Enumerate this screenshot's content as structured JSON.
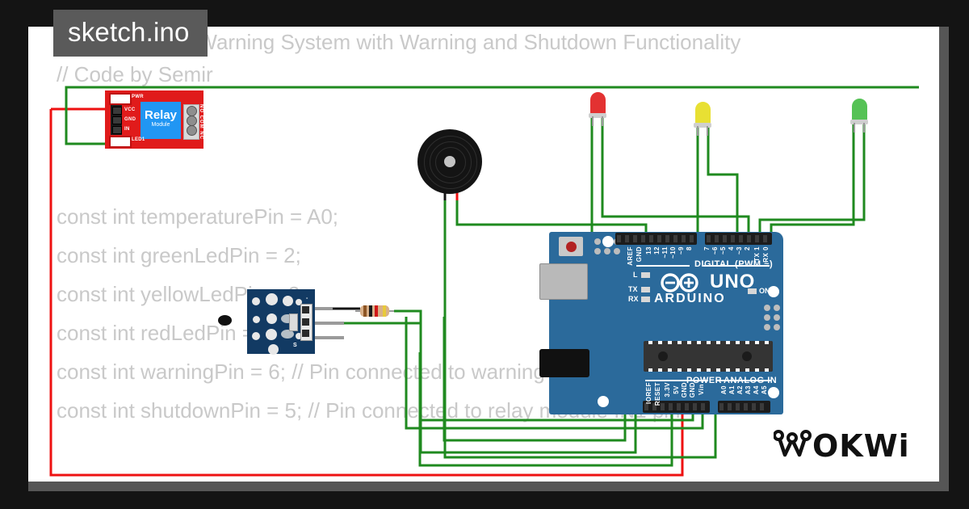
{
  "window": {
    "background_color": "#141414",
    "canvas_color": "#ffffff",
    "shadow_color": "#565656"
  },
  "tab": {
    "label": "sketch.ino",
    "background": "#5a5a5a",
    "text_color": "#ffffff"
  },
  "code": {
    "text_color": "#c9c9c9",
    "lines": [
      "// Temperature Warning System with Warning and Shutdown Functionality",
      "// Code by Semir",
      "",
      "const int temperaturePin = A0;",
      "const int greenLedPin = 2;",
      "const int yellowLedPin = 3;",
      "const int redLedPin = 4;",
      "const int warningPin = 6; // Pin connected to warning indicator (e.g.",
      "const int shutdownPin = 5; // Pin connected to relay module IN1 pin"
    ]
  },
  "components": {
    "relay": {
      "name": "Relay Module",
      "title_line1": "Relay",
      "title_line2": "Module",
      "body_color": "#e01b1b",
      "accent_color": "#2196f3",
      "labels": {
        "pwr": "PWR",
        "vcc": "VCC",
        "gnd": "GND",
        "in": "IN",
        "led1": "LED1",
        "terminals": "NO COM NC"
      }
    },
    "buzzer": {
      "name": "Buzzer",
      "body_color": "#141414",
      "lead_colors": [
        "#141414",
        "#e01b1b"
      ]
    },
    "leds": [
      {
        "name": "Red LED",
        "color": "#e33232"
      },
      {
        "name": "Yellow LED",
        "color": "#e8e033"
      },
      {
        "name": "Green LED",
        "color": "#55c255"
      }
    ],
    "ntc_sensor": {
      "name": "NTC Temperature Sensor Module",
      "pcb_color": "#123a63",
      "pin_labels": [
        "-",
        "",
        "S"
      ]
    },
    "resistor": {
      "name": "Resistor",
      "body_color": "#d8b089",
      "bands": [
        "#8d5524",
        "#1a1a1a",
        "#d01818",
        "#e8c93a"
      ]
    },
    "arduino": {
      "name": "Arduino UNO",
      "board_color": "#2b6a9b",
      "brand": "ARDUINO",
      "model": "UNO",
      "digital_header_label": "DIGITAL (PWM ~)",
      "power_header_label": "POWER",
      "analog_header_label": "ANALOG IN",
      "digital_pins": [
        "AREF",
        "GND",
        "13",
        "12",
        "~11",
        "~10",
        "~9",
        "8",
        "7",
        "~6",
        "~5",
        "4",
        "~3",
        "2",
        "TX 1",
        "RX 0"
      ],
      "power_pins": [
        "IOREF",
        "RESET",
        "3.3V",
        "5V",
        "GND",
        "GND",
        "Vin"
      ],
      "analog_pins": [
        "A0",
        "A1",
        "A2",
        "A3",
        "A4",
        "A5"
      ],
      "status_leds": [
        "L",
        "TX",
        "RX",
        "ON"
      ]
    }
  },
  "wires": {
    "green": "#1f8a1f",
    "red": "#ee1111",
    "black": "#141414",
    "gray": "#9a9a9a"
  },
  "watermark": {
    "label": "WOKWI"
  }
}
